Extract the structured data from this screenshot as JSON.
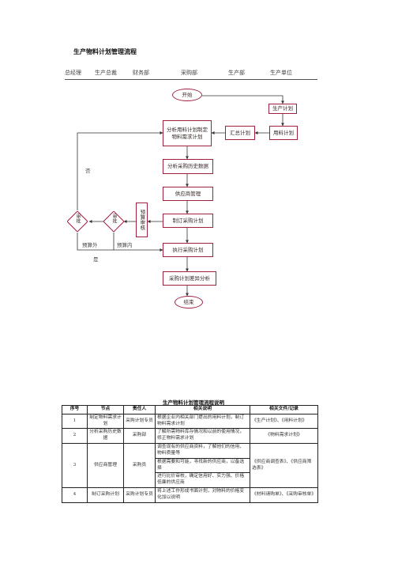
{
  "title": "生产物料计划管理流程",
  "columns": [
    "总经理",
    "生产总裁",
    "财务部",
    "采购部",
    "生产部",
    "生产单位"
  ],
  "flow": {
    "start": "开始",
    "production_plan": "生产计划",
    "material_plan": "用料计划",
    "summary_plan": "汇总计划",
    "analyze_plan": "分析用料计划制定物料需求计划",
    "analyze_history": "分析采购历史数据",
    "supplier_mgmt": "供应商管理",
    "budget_audit": "预算审核",
    "make_purchase_plan": "制订采购计划",
    "execute_purchase_plan": "执行采购计划",
    "variance_analysis": "采购计划差异分析",
    "end": "结束",
    "approve_left": "审批",
    "approve_right": "审批",
    "no": "否",
    "yes": "是",
    "over_budget": "预算外",
    "within_budget": "预算内"
  },
  "table": {
    "title": "生产物料计划管理流程说明",
    "headers": [
      "序号",
      "节点",
      "责任人",
      "相关说明",
      "相关文件/记录"
    ],
    "rows": [
      {
        "no": "1",
        "node": "制定物料需求计划",
        "owner": "采购计划专员",
        "desc": [
          "根据企业内相关部门提出的用料计划，制订物料需求计划"
        ],
        "docs": "《生产计划》、《用料计划》"
      },
      {
        "no": "2",
        "node": "分析采购历史数据",
        "owner": "采购部",
        "desc": [
          "了解所需物料库存情况和以前的使用情况，修正物料需求计划"
        ],
        "docs": "《物料需求计划》"
      },
      {
        "no": "3",
        "node": "供应商管理",
        "owner": "采购员",
        "desc": [
          "调查现有的供应商资料，了解他们的信用、物料质量等",
          "根据需要和可能，寻找新的供应商，以备选择",
          "进行比价审核，确定信用好、实力强、价格低廉的供应商"
        ],
        "docs": "《供应商调查表》、《供应商筛选表》"
      },
      {
        "no": "4",
        "node": "制订采购计划",
        "owner": "采购计划专员",
        "desc": [
          "将上述工作形成书面计划，对物料的价格变化加以说明"
        ],
        "docs": "《材料请购单》、《采购审核单》"
      }
    ]
  }
}
